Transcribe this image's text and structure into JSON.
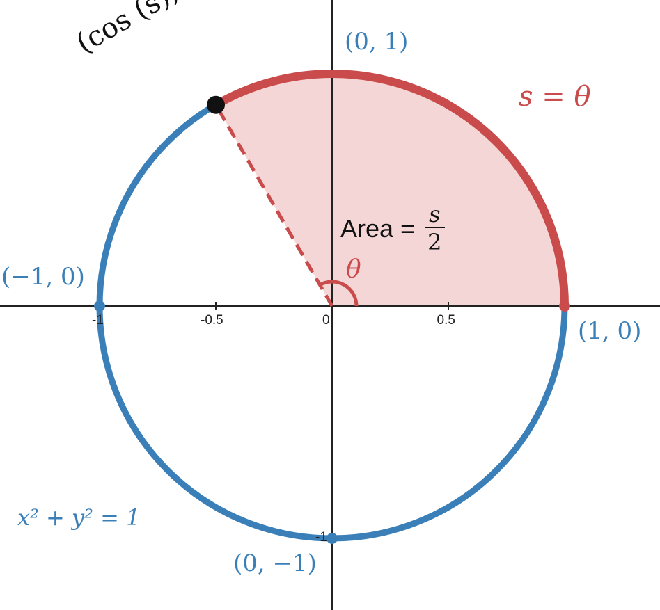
{
  "colors": {
    "circle": "#3a7fb8",
    "arc": "#c94b4b",
    "sector_fill": "#f5d6d6",
    "point": "#111111",
    "axis": "#222222"
  },
  "diagram": {
    "radius_units": 1,
    "angle_theta_deg": 120,
    "point_coords": [
      -0.5,
      0.866
    ],
    "x_ticks": [
      {
        "v": -1,
        "label": "-1"
      },
      {
        "v": -0.5,
        "label": "-0.5"
      },
      {
        "v": 0,
        "label": "0"
      },
      {
        "v": 0.5,
        "label": "0.5"
      }
    ],
    "y_ticks": [
      {
        "v": -1,
        "label": "-1"
      }
    ]
  },
  "labels": {
    "point": "(cos (s), sin (s))",
    "top": "(0, 1)",
    "left": "(−1, 0)",
    "right": "(1, 0)",
    "bottom": "(0, −1)",
    "arc_eq": "s = θ",
    "area_prefix": "Area =",
    "area_num": "s",
    "area_den": "2",
    "theta": "θ",
    "circle_eq": "x² + y² = 1"
  }
}
